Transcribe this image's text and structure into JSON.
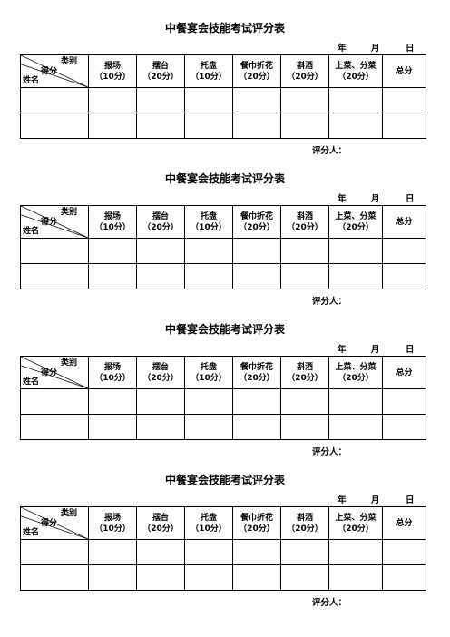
{
  "form": {
    "title": "中餐宴会技能考试评分表",
    "date": {
      "year": "年",
      "month": "月",
      "day": "日"
    },
    "corner": {
      "top": "类别",
      "middle": "得分",
      "bottom": "姓名"
    },
    "columns": [
      {
        "name": "报场",
        "points": "（10分）"
      },
      {
        "name": "摆台",
        "points": "（20分）"
      },
      {
        "name": "托盘",
        "points": "（10分）"
      },
      {
        "name": "餐巾折花",
        "points": "（20分）"
      },
      {
        "name": "斟酒",
        "points": "（20分）"
      },
      {
        "name": "上菜、分菜",
        "points": "（20分）"
      }
    ],
    "total_label": "总分",
    "scorer_label": "评分人："
  },
  "copies": 4
}
